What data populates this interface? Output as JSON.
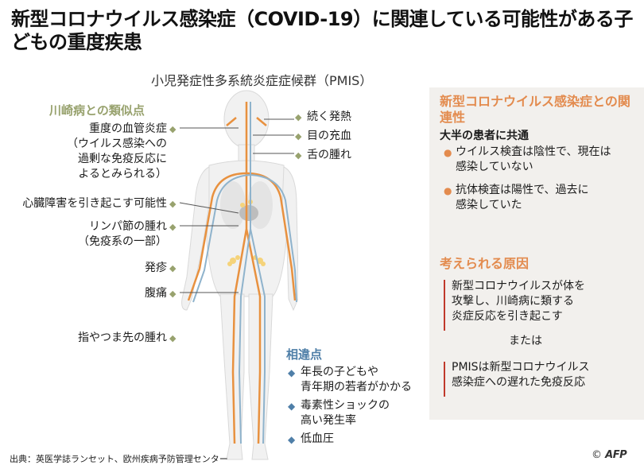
{
  "title": "新型コロナウイルス感染症（COVID-19）に関連している可能性がある子どもの重度疾患",
  "subtitle": "小児発症性多系統炎症症候群（PMIS）",
  "left_section": {
    "title": "川崎病との類似点",
    "items": [
      "重度の血管炎症\n（ウイルス感染への\n過剰な免疫反応に\nよるとみられる）",
      "心臓障害を引き起こす可能性",
      "リンパ節の腫れ\n（免疫系の一部）",
      "発疹",
      "腹痛",
      "指やつま先の腫れ"
    ]
  },
  "right_labels": [
    "続く発熱",
    "目の充血",
    "舌の腫れ"
  ],
  "panel": {
    "title": "新型コロナウイルス感染症との関連性",
    "common_heading": "大半の患者に共通",
    "bullets": [
      "ウイルス検査は陰性で、現在は\n感染していない",
      "抗体検査は陽性で、過去に\n感染していた"
    ],
    "causes_title": "考えられる原因",
    "cause1": "新型コロナウイルスが体を\n攻撃し、川崎病に類する\n炎症反応を引き起こす",
    "or": "または",
    "cause2": "PMISは新型コロナウイルス\n感染症への遅れた免疫反応"
  },
  "differences": {
    "title": "相違点",
    "items": [
      "年長の子どもや\n青年期の若者がかかる",
      "毒素性ショックの\n高い発生率",
      "低血圧"
    ]
  },
  "source": "出典：英医学誌ランセット、欧州疾病予防管理センター",
  "credit_symbol": "©",
  "credit_brand": "AFP",
  "colors": {
    "artery": "#e8913f",
    "vein": "#8fb3cc",
    "similar": "#98a26e",
    "difference": "#4f7fa8",
    "accent": "#e38b4e",
    "bracket": "#c0392b"
  }
}
